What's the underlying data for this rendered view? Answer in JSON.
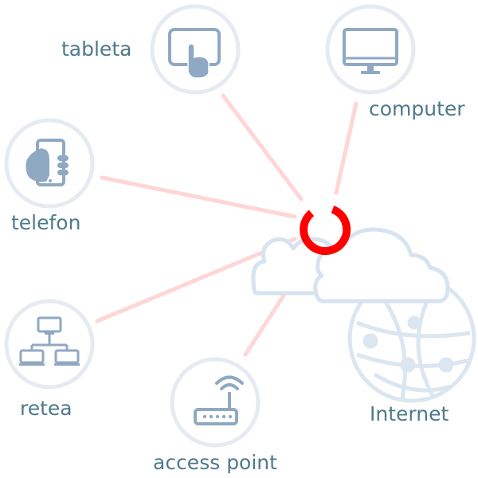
{
  "colors": {
    "connector": "#ffd5d5",
    "hub": "#ff0000",
    "node_ring": "#e6ebf1",
    "icon_fill": "#8fa9c3",
    "cloud_stroke": "#d7e3f0",
    "globe_stroke": "#dbe6f1",
    "label_text": "#4e7a8a"
  },
  "nodes": {
    "tableta": {
      "label": "tableta",
      "icon": "tablet-touch-icon"
    },
    "computer": {
      "label": "computer",
      "icon": "monitor-icon"
    },
    "telefon": {
      "label": "telefon",
      "icon": "phone-in-hand-icon"
    },
    "retea": {
      "label": "retea",
      "icon": "network-icon"
    },
    "access_point": {
      "label": "access point",
      "icon": "router-wifi-icon"
    },
    "internet": {
      "label": "Internet",
      "icon": "cloud-globe-icon"
    }
  }
}
